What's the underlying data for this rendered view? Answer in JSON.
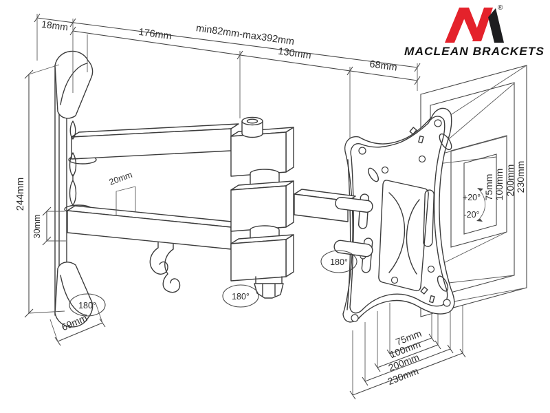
{
  "colors": {
    "logo_red": "#e4222b",
    "logo_black": "#1d1d1f"
  },
  "logo": {
    "brand": "MACLEAN BRACKETS",
    "registered": "®"
  },
  "dims": {
    "offset": "18mm",
    "arm1": "176mm",
    "range": "min82mm-max392mm",
    "arm2": "130mm",
    "plate_depth": "68mm",
    "height": "244mm",
    "arm_thick": "30mm",
    "profile": "20mm",
    "base_depth": "69mm",
    "swivel_wall": "180°",
    "swivel_elbow": "180°",
    "swivel_plate": "180°",
    "tilt_up": "+20°",
    "tilt_down": "-20°"
  },
  "vesa": {
    "vertical": [
      "75mm",
      "100mm",
      "200mm",
      "230mm"
    ],
    "horizontal": [
      "75mm",
      "100mm",
      "200mm",
      "230mm"
    ]
  }
}
